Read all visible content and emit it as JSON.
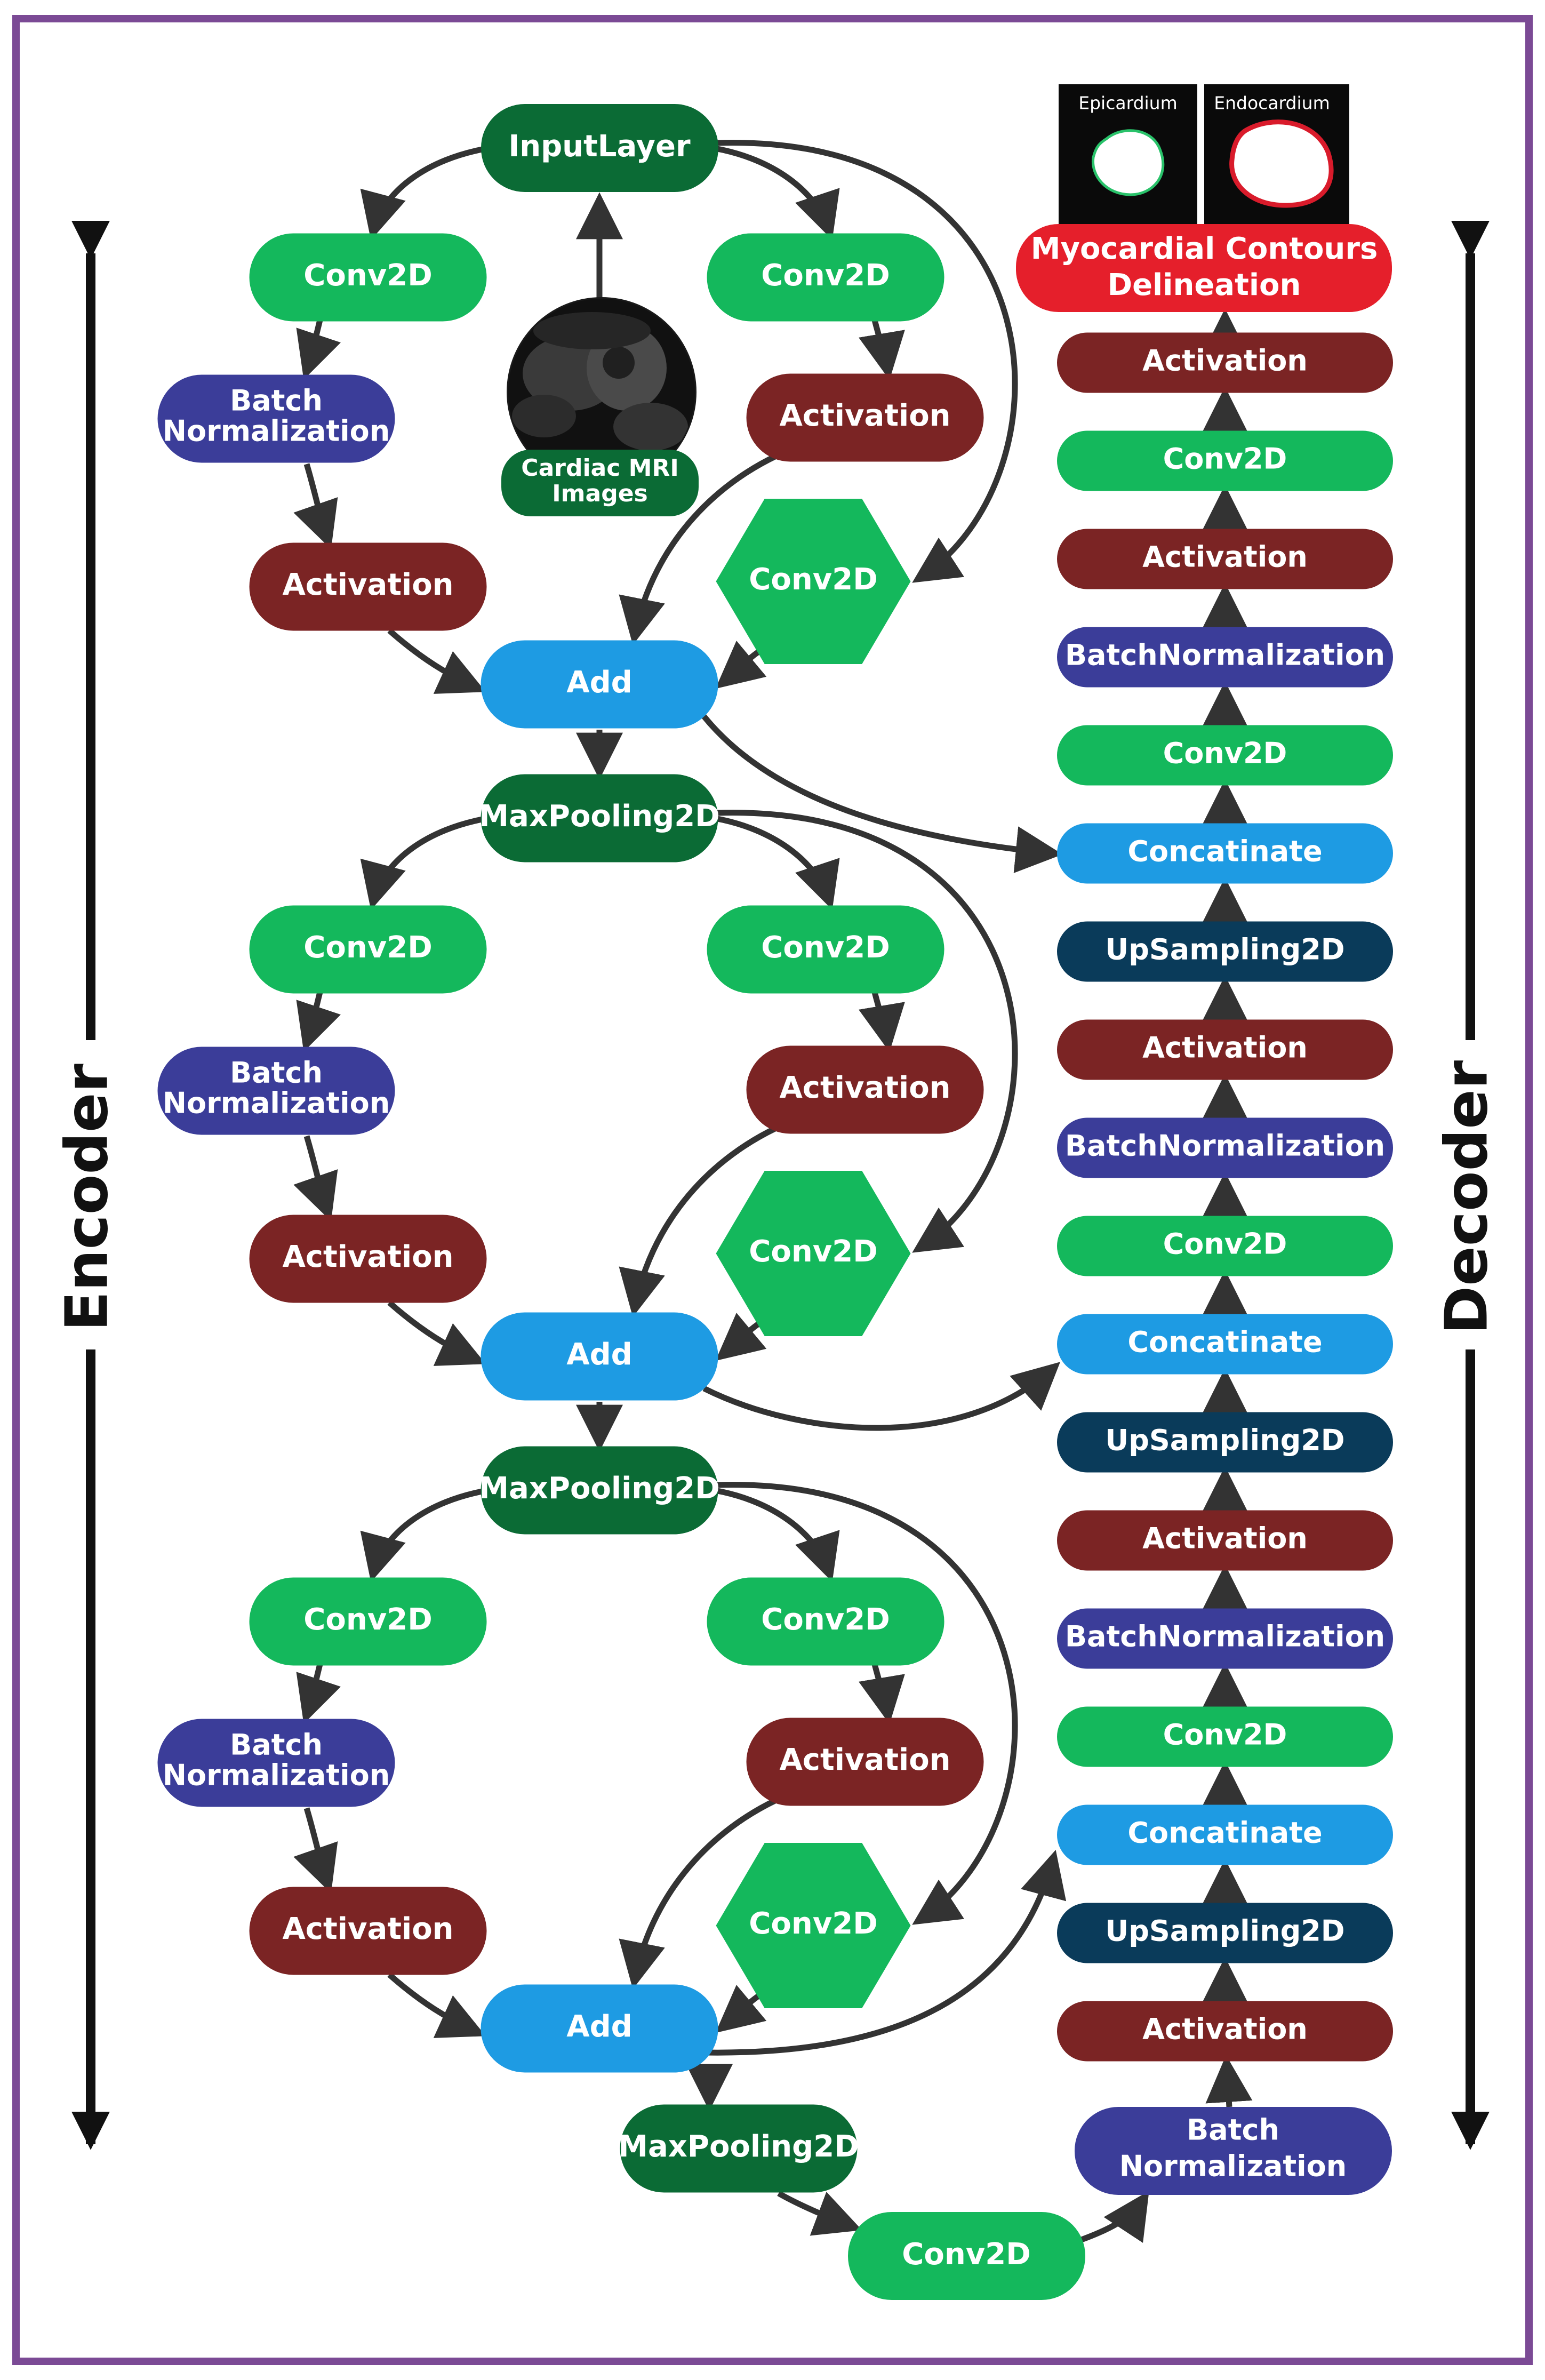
{
  "colors": {
    "input": "#0b6b35",
    "conv": "#14b85c",
    "batchnorm": "#3b3d99",
    "activation": "#7b2424",
    "add": "#1e9be3",
    "maxpool": "#0b6b35",
    "concat": "#1e9be3",
    "upsample": "#0a3b5a",
    "output": "#e51f2b",
    "frame": "#7b4a95",
    "arrow": "#333333"
  },
  "sides": {
    "encoder": "Encoder",
    "decoder": "Decoder"
  },
  "input": {
    "label": "InputLayer",
    "image_caption_line1": "Cardiac MRI",
    "image_caption_line2": "Images"
  },
  "output": {
    "label_line1": "Myocardial Contours",
    "label_line2": "Delineation",
    "epicardium": "Epicardium",
    "endocardium": "Endocardium"
  },
  "encoder_blocks": [
    {
      "left_conv": "Conv2D",
      "batchnorm_line1": "Batch",
      "batchnorm_line2": "Normalization",
      "left_activation": "Activation",
      "right_conv": "Conv2D",
      "right_activation": "Activation",
      "shortcut_conv": "Conv2D",
      "add": "Add",
      "pool": "MaxPooling2D"
    },
    {
      "left_conv": "Conv2D",
      "batchnorm_line1": "Batch",
      "batchnorm_line2": "Normalization",
      "left_activation": "Activation",
      "right_conv": "Conv2D",
      "right_activation": "Activation",
      "shortcut_conv": "Conv2D",
      "add": "Add",
      "pool": "MaxPooling2D"
    },
    {
      "left_conv": "Conv2D",
      "batchnorm_line1": "Batch",
      "batchnorm_line2": "Normalization",
      "left_activation": "Activation",
      "right_conv": "Conv2D",
      "right_activation": "Activation",
      "shortcut_conv": "Conv2D",
      "add": "Add",
      "pool": "MaxPooling2D"
    }
  ],
  "bottleneck": {
    "conv": "Conv2D",
    "batchnorm_line1": "Batch",
    "batchnorm_line2": "Normalization"
  },
  "decoder_stack": [
    {
      "label": "Activation",
      "kind": "activation"
    },
    {
      "label": "Conv2D",
      "kind": "conv"
    },
    {
      "label": "Activation",
      "kind": "activation"
    },
    {
      "label": "BatchNormalization",
      "kind": "batchnorm"
    },
    {
      "label": "Conv2D",
      "kind": "conv"
    },
    {
      "label": "Concatinate",
      "kind": "concat"
    },
    {
      "label": "UpSampling2D",
      "kind": "upsample"
    },
    {
      "label": "Activation",
      "kind": "activation"
    },
    {
      "label": "BatchNormalization",
      "kind": "batchnorm"
    },
    {
      "label": "Conv2D",
      "kind": "conv"
    },
    {
      "label": "Concatinate",
      "kind": "concat"
    },
    {
      "label": "UpSampling2D",
      "kind": "upsample"
    },
    {
      "label": "Activation",
      "kind": "activation"
    },
    {
      "label": "BatchNormalization",
      "kind": "batchnorm"
    },
    {
      "label": "Conv2D",
      "kind": "conv"
    },
    {
      "label": "Concatinate",
      "kind": "concat"
    },
    {
      "label": "UpSampling2D",
      "kind": "upsample"
    },
    {
      "label": "Activation",
      "kind": "activation"
    }
  ]
}
